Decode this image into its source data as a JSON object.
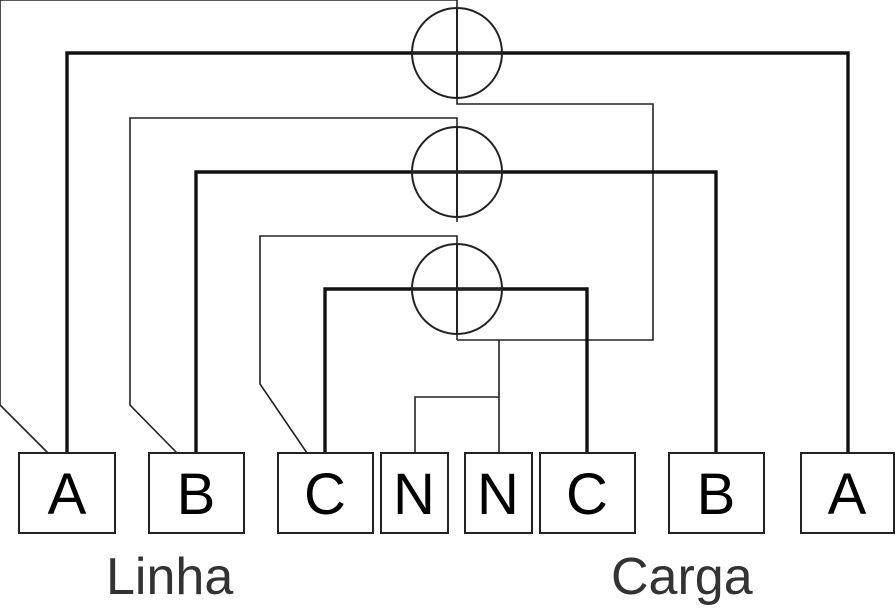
{
  "terminals": [
    {
      "label": "A",
      "side": "line"
    },
    {
      "label": "B",
      "side": "line"
    },
    {
      "label": "C",
      "side": "line"
    },
    {
      "label": "N",
      "side": "line"
    },
    {
      "label": "N",
      "side": "load"
    },
    {
      "label": "C",
      "side": "load"
    },
    {
      "label": "B",
      "side": "load"
    },
    {
      "label": "A",
      "side": "load"
    }
  ],
  "groups": {
    "line_label": "Linha",
    "load_label": "Carga"
  },
  "elements": {
    "current_coils": 3
  }
}
